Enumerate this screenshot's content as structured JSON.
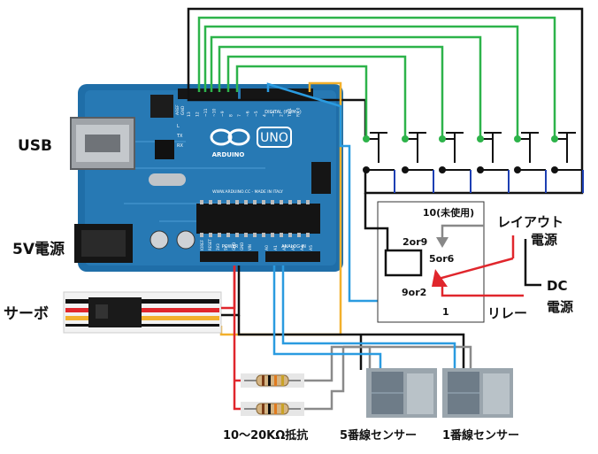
{
  "labels": {
    "usb": "USB",
    "power_5v": "5V電源",
    "servo": "サーボ",
    "layout_power": "レイアウト\n電源",
    "dc_power": "DC\n電源",
    "relay": "リレー",
    "resistor": "10～20KΩ抵抗",
    "sensor5": "5番線センサー",
    "sensor1": "1番線センサー"
  },
  "relay_box": {
    "top": "10(未使用)",
    "pin_2or9": "2or9",
    "pin_5or6": "5or6",
    "pin_9or2": "9or2",
    "bottom": "1"
  },
  "board": {
    "uno": "UNO",
    "brand": "ARDUINO",
    "digital": "DIGITAL (PWM~)",
    "power": "POWER",
    "analog": "ANALOG IN",
    "url": "WWW.ARDUINO.CC - MADE IN ITALY",
    "aref": "AREF",
    "gnd": "GND",
    "pins": [
      "13",
      "12",
      "~11",
      "~10",
      "~9",
      "8",
      "7",
      "~6",
      "~5",
      "4",
      "~3",
      "2",
      "TX 1",
      "RX 0"
    ],
    "tx": "TX",
    "rx": "RX",
    "l": "L",
    "power_pins": [
      "IOREF",
      "RESET",
      "3V3",
      "5V",
      "GND",
      "GND",
      "VIN"
    ],
    "analog_pins": [
      "A0",
      "A1",
      "A2",
      "A3",
      "A4",
      "A5"
    ]
  },
  "colors": {
    "board": "#1f6ea8",
    "wire_green": "#2db34a",
    "wire_blue": "#2a9be0",
    "wire_red": "#e0262c",
    "wire_yellow": "#f2b02c",
    "wire_gray": "#8a8a8a",
    "wire_black": "#111111",
    "relay_arrow_gray": "#888888",
    "relay_arrow_red": "#e0262c"
  },
  "icons": [
    "usb-connector",
    "power-jack",
    "servo-cable",
    "resistor",
    "sensor",
    "push-switch",
    "relay-coil"
  ]
}
